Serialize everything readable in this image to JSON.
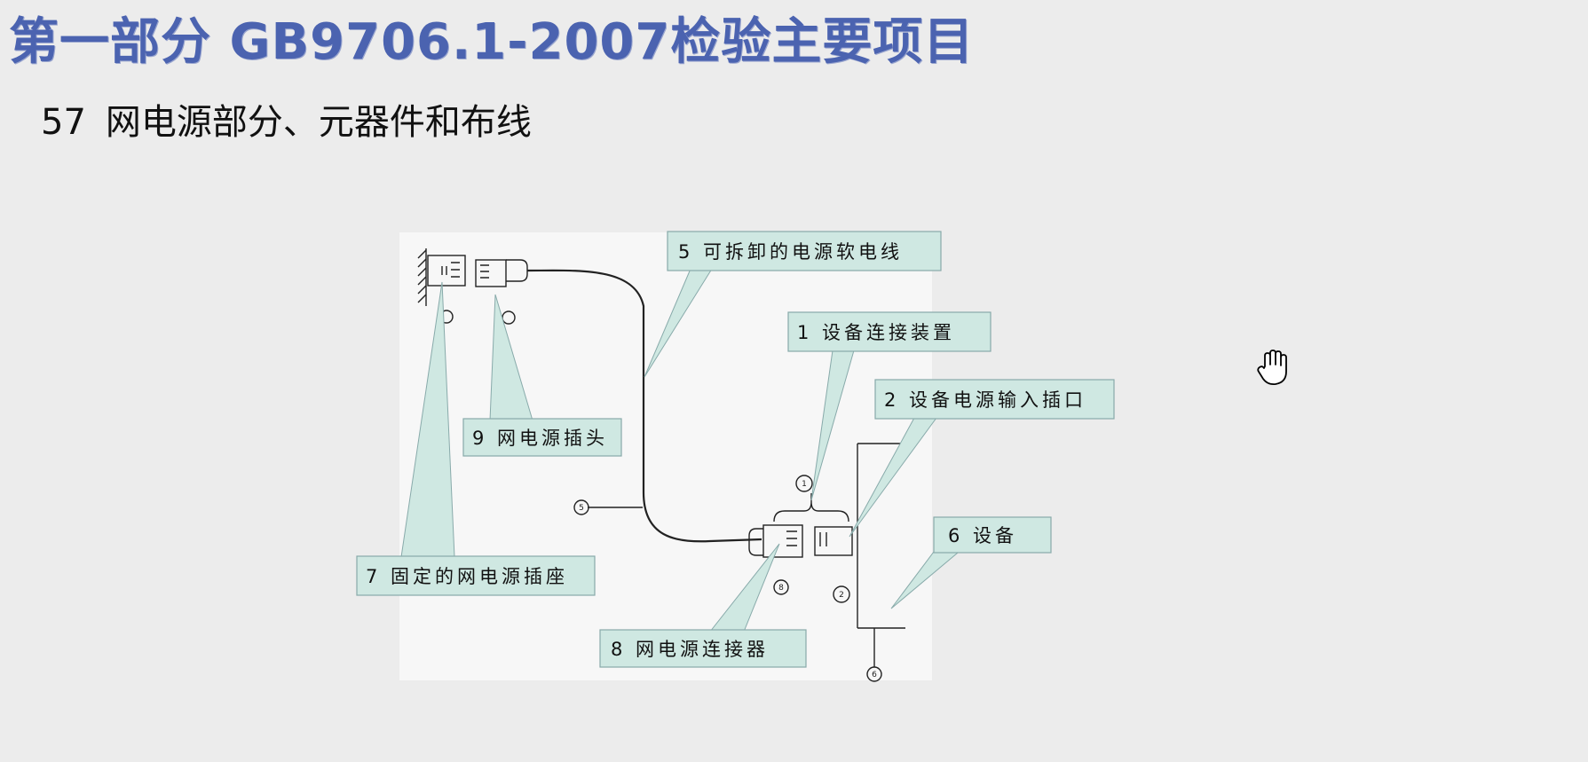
{
  "slide": {
    "title": "第一部分 GB9706.1-2007检验主要项目",
    "section_number": "57",
    "section_title": "网电源部分、元器件和布线"
  },
  "diagram": {
    "callouts": [
      {
        "id": "c5",
        "text": "5 可拆卸的电源软电线"
      },
      {
        "id": "c1",
        "text": "1 设备连接装置"
      },
      {
        "id": "c2",
        "text": "2 设备电源输入插口"
      },
      {
        "id": "c9",
        "text": "9 网电源插头"
      },
      {
        "id": "c6",
        "text": "6 设备"
      },
      {
        "id": "c7",
        "text": "7 固定的网电源插座"
      },
      {
        "id": "c8",
        "text": "8 网电源连接器"
      }
    ],
    "markers": [
      "1",
      "2",
      "5",
      "6",
      "8"
    ]
  },
  "colors": {
    "title": "#4b63b0",
    "callout_fill": "#cfe8e2",
    "background": "#ececec"
  },
  "cursor_icon": "hand-pointer-icon"
}
